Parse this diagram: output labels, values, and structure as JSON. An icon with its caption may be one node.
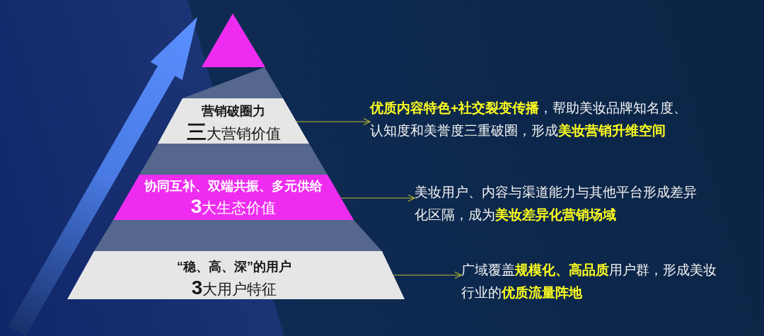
{
  "diagram": {
    "nodes": [
      {
        "text": [],
        "shape": "triangle"
      },
      {
        "text": [
          "营销破圈力",
          "**三**大营销价值"
        ]
      },
      {
        "text": [
          "协同互补、双端共振、多元供给",
          "**3**大生态价值"
        ]
      },
      {
        "text": [
          "“稳、高、深”的用户",
          "**3**大用户特征"
        ]
      },
      {
        "text": [
          "**优质内容特色+社交裂变传播**，帮助美妆品牌知名度、认知度和美誉度三重破圈，形成**美妆营销升维空间**"
        ]
      },
      {
        "text": [
          "美妆用户、内容与渠道能力与其他平台形成差异化区隔，成为**美妆差异化营销场域**"
        ]
      },
      {
        "text": [
          "广域覆盖**规模化、高品质**用户群，形成美妆行业的**优质流量阵地**"
        ]
      }
    ],
    "edges": [
      {
        "from": 1,
        "to": 4,
        "arrow": "to"
      },
      {
        "from": 2,
        "to": 5,
        "arrow": "to"
      },
      {
        "from": 3,
        "to": 6,
        "arrow": "to"
      }
    ]
  }
}
